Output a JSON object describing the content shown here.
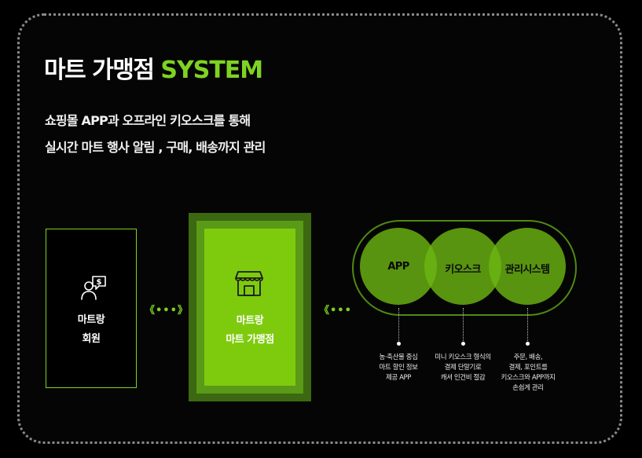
{
  "title": {
    "main": "마트 가맹점",
    "accent": "SYSTEM"
  },
  "subtitle": {
    "line1": "쇼핑몰 APP과 오프라인 키오스크를 통해",
    "line2": "실시간 마트 행사 알림 , 구매, 배송까지 관리"
  },
  "member": {
    "icon": "user-chat-dollar-icon",
    "line1": "마트랑",
    "line2": "회원"
  },
  "arrows": {
    "left": "《•••》",
    "right": "《•••"
  },
  "store": {
    "icon": "storefront-icon",
    "line1": "마트랑",
    "line2": "마트 가맹점"
  },
  "circles": [
    {
      "label": "APP",
      "desc": [
        "농·축산물 중심",
        "마트 할인 정보",
        "제공 APP"
      ]
    },
    {
      "label": "키오스크",
      "desc": [
        "미니 키오스크 형식의",
        "결제 단말기로",
        "캐셔 인건비 절감"
      ]
    },
    {
      "label": "관리시스템",
      "desc": [
        "주문, 배송,",
        "결제, 포인트를",
        "키오스크와 APP까지",
        "손쉽게 관리"
      ]
    }
  ],
  "colors": {
    "accent": "#7ed321",
    "store_fill": "#7ecb0e",
    "store_border_dark": "#3b6810",
    "circle_fill": "#6bb512",
    "background": "#000000"
  }
}
